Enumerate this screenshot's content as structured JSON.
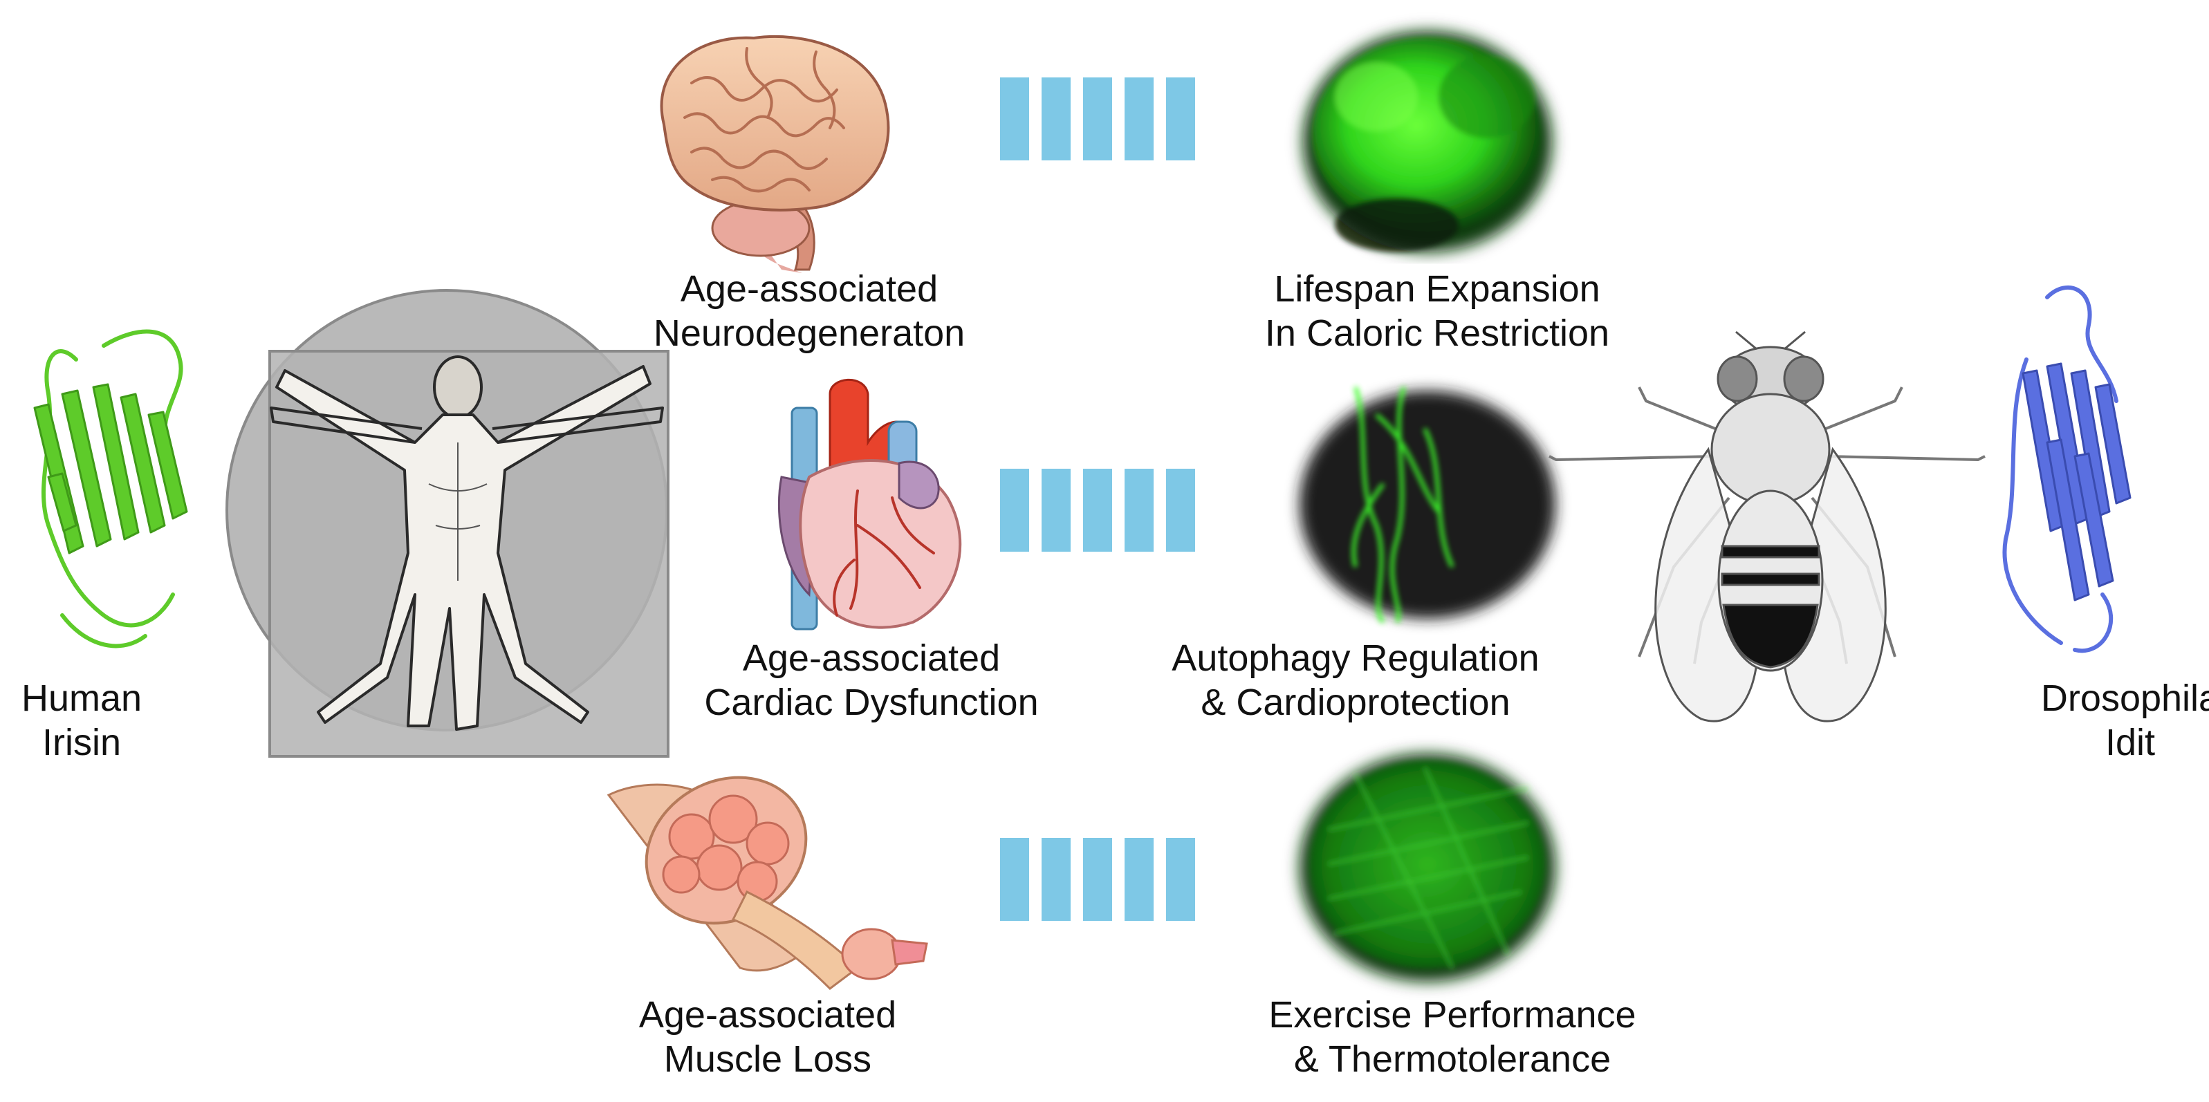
{
  "human": {
    "line1": "Human",
    "line2": "Irisin",
    "protein_color": "#5ecb2a"
  },
  "fly": {
    "line1": "Drosophila",
    "line2": "Idit",
    "protein_color": "#5a6fe0"
  },
  "connector_color": "#7ec8e6",
  "fluorescence_color": "#3cff2a",
  "rows": [
    {
      "organ_icon": "brain-icon",
      "human_line1": "Age-associated",
      "human_line2": "Neurodegeneraton",
      "fly_line1": "Lifespan Expansion",
      "fly_line2": "In Caloric Restriction"
    },
    {
      "organ_icon": "heart-icon",
      "human_line1": "Age-associated",
      "human_line2": "Cardiac Dysfunction",
      "fly_line1": "Autophagy Regulation",
      "fly_line2": "& Cardioprotection"
    },
    {
      "organ_icon": "muscle-icon",
      "human_line1": "Age-associated",
      "human_line2": "Muscle Loss",
      "fly_line1": "Exercise Performance",
      "fly_line2": "& Thermotolerance"
    }
  ]
}
